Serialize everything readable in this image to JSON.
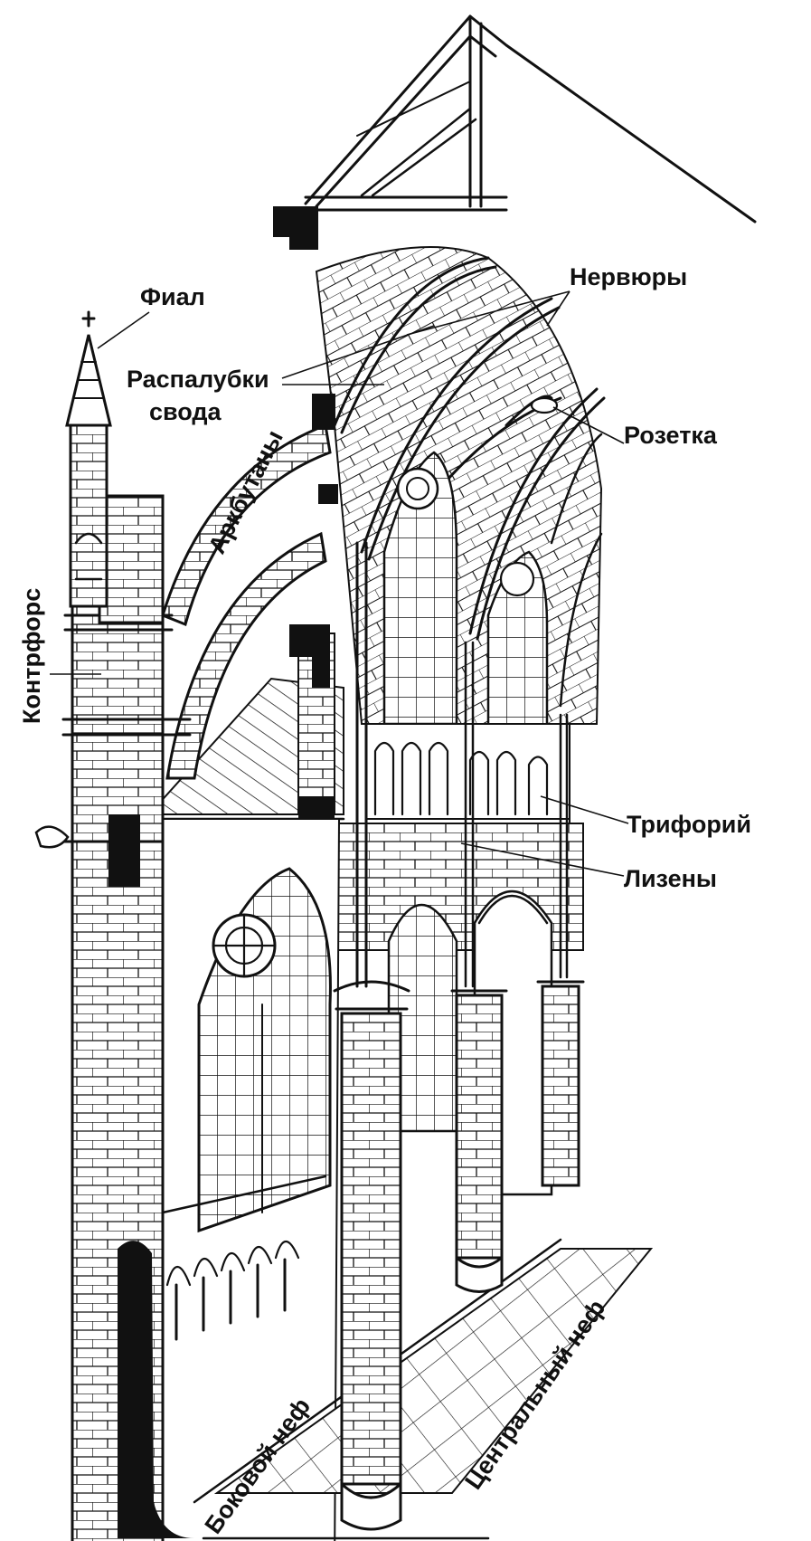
{
  "labels": {
    "finial": "Фиал",
    "vault_web": "Распалубки\nсвода",
    "vault_web_line1": "Распалубки",
    "vault_web_line2": "свода",
    "flying_buttresses": "Аркбутаны",
    "buttress": "Контрфорс",
    "ribs": "Нервюры",
    "boss": "Розетка",
    "triforium": "Трифорий",
    "pilasters": "Лизены",
    "side_aisle": "Боковой неф",
    "central_nave": "Центральный неф"
  },
  "colors": {
    "ink": "#111111",
    "paper": "#ffffff"
  }
}
